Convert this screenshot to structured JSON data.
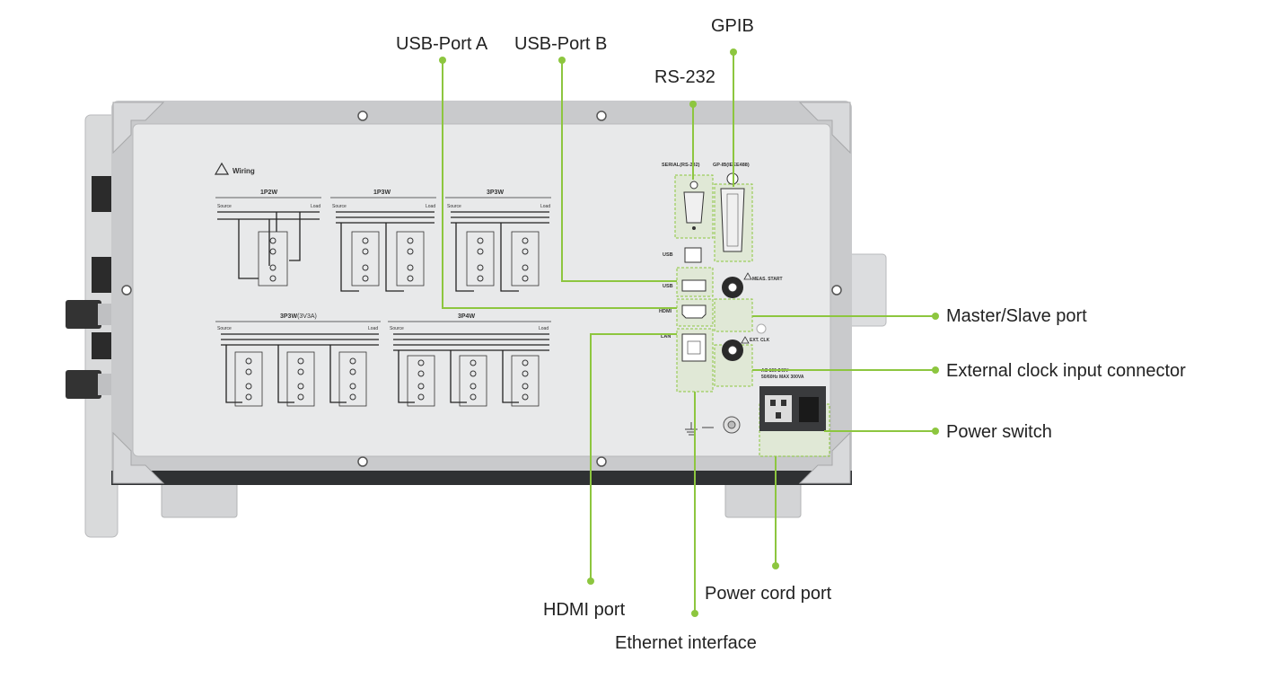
{
  "callouts": {
    "usb_port_a": "USB-Port A",
    "usb_port_b": "USB-Port B",
    "gpib": "GPIB",
    "rs232": "RS-232",
    "master_slave": "Master/Slave port",
    "ext_clock": "External clock input connector",
    "power_switch": "Power switch",
    "power_cord": "Power cord port",
    "hdmi": "HDMI port",
    "ethernet": "Ethernet interface"
  },
  "panel": {
    "wiring_title": "Wiring",
    "serial_label": "SERIAL(RS-232)",
    "gpib_label": "GP-IB(IEEE488)",
    "usb_label_1": "USB",
    "usb_label_2": "USB",
    "hdmi_label": "HDMI",
    "lan_label": "LAN",
    "meas_start": "MEAS. START",
    "ext_clk": "EXT. CLK",
    "ac_line1": "AC 100-240V",
    "ac_line2": "50/60Hz MAX 300VA"
  },
  "wiring": {
    "source": "Source",
    "load": "Load",
    "d1": "1P2W",
    "d2": "1P3W",
    "d3": "3P3W",
    "d4_main": "3P3W",
    "d4_sub": "(3V3A)",
    "d5": "3P4W"
  },
  "colors": {
    "accent": "#8dc63f",
    "panel": "#e6e7e8",
    "frame": "#c8c9cb"
  }
}
